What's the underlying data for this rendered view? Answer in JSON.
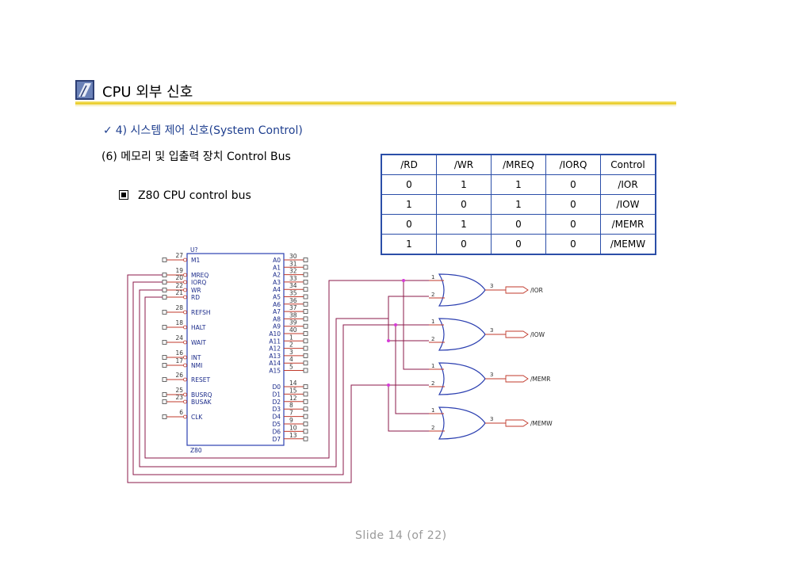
{
  "slide": {
    "title": "CPU 외부 신호",
    "subtitle": "4) 시스템 제어 신호(System Control)",
    "heading": "(6) 메모리 및 입출력 장치 Control Bus",
    "bullet": "Z80 CPU control bus",
    "footer": "Slide  14 (of  22)"
  },
  "table": {
    "headers": [
      "/RD",
      "/WR",
      "/MREQ",
      "/IORQ",
      "Control"
    ],
    "rows": [
      [
        "0",
        "1",
        "1",
        "0",
        "/IOR"
      ],
      [
        "1",
        "0",
        "1",
        "0",
        "/IOW"
      ],
      [
        "0",
        "1",
        "0",
        "0",
        "/MEMR"
      ],
      [
        "1",
        "0",
        "0",
        "0",
        "/MEMW"
      ]
    ]
  },
  "chip": {
    "ref": "U?",
    "name": "Z80",
    "left_pins": [
      {
        "num": "27",
        "label": "M1"
      },
      {
        "num": "19",
        "label": "MREQ"
      },
      {
        "num": "20",
        "label": "IORQ"
      },
      {
        "num": "22",
        "label": "WR"
      },
      {
        "num": "21",
        "label": "RD"
      },
      {
        "num": "28",
        "label": "REFSH"
      },
      {
        "num": "18",
        "label": "HALT"
      },
      {
        "num": "24",
        "label": "WAIT"
      },
      {
        "num": "16",
        "label": "INT"
      },
      {
        "num": "17",
        "label": "NMI"
      },
      {
        "num": "26",
        "label": "RESET"
      },
      {
        "num": "25",
        "label": "BUSRQ"
      },
      {
        "num": "23",
        "label": "BUSAK"
      },
      {
        "num": "6",
        "label": "CLK"
      }
    ],
    "addr_pins": [
      {
        "label": "A0",
        "num": "30"
      },
      {
        "label": "A1",
        "num": "31"
      },
      {
        "label": "A2",
        "num": "32"
      },
      {
        "label": "A3",
        "num": "33"
      },
      {
        "label": "A4",
        "num": "34"
      },
      {
        "label": "A5",
        "num": "35"
      },
      {
        "label": "A6",
        "num": "36"
      },
      {
        "label": "A7",
        "num": "37"
      },
      {
        "label": "A8",
        "num": "38"
      },
      {
        "label": "A9",
        "num": "39"
      },
      {
        "label": "A10",
        "num": "40"
      },
      {
        "label": "A11",
        "num": "1"
      },
      {
        "label": "A12",
        "num": "2"
      },
      {
        "label": "A13",
        "num": "3"
      },
      {
        "label": "A14",
        "num": "4"
      },
      {
        "label": "A15",
        "num": "5"
      }
    ],
    "data_pins": [
      {
        "label": "D0",
        "num": "14"
      },
      {
        "label": "D1",
        "num": "15"
      },
      {
        "label": "D2",
        "num": "12"
      },
      {
        "label": "D3",
        "num": "8"
      },
      {
        "label": "D4",
        "num": "7"
      },
      {
        "label": "D5",
        "num": "9"
      },
      {
        "label": "D6",
        "num": "10"
      },
      {
        "label": "D7",
        "num": "13"
      }
    ]
  },
  "gates": [
    {
      "in1": "1",
      "in2": "2",
      "out": "3",
      "signal": "/IOR"
    },
    {
      "in1": "1",
      "in2": "2",
      "out": "3",
      "signal": "/IOW"
    },
    {
      "in1": "1",
      "in2": "2",
      "out": "3",
      "signal": "/MEMR"
    },
    {
      "in1": "1",
      "in2": "2",
      "out": "3",
      "signal": "/MEMW"
    }
  ],
  "colors": {
    "wire": "#8b1a4a",
    "pin": "#c0392b",
    "chip_border": "#2b3fb0",
    "table_border": "#2b4ea8",
    "junction": "#d63bd6"
  }
}
